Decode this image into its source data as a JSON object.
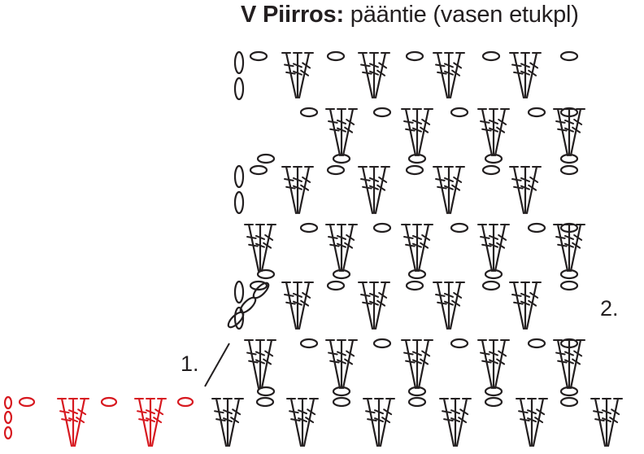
{
  "title": {
    "bold": "V Piirros:",
    "rest": " pääntie (vasen etukpl)"
  },
  "markers": {
    "row1": "1.",
    "row2": "2."
  },
  "colors": {
    "ink": "#231f20",
    "foundation": "#d71920"
  },
  "symbols": [
    "chain",
    "treble-crochet",
    "fan-of-3-trebles",
    "turning-chain"
  ],
  "row_count": 7
}
